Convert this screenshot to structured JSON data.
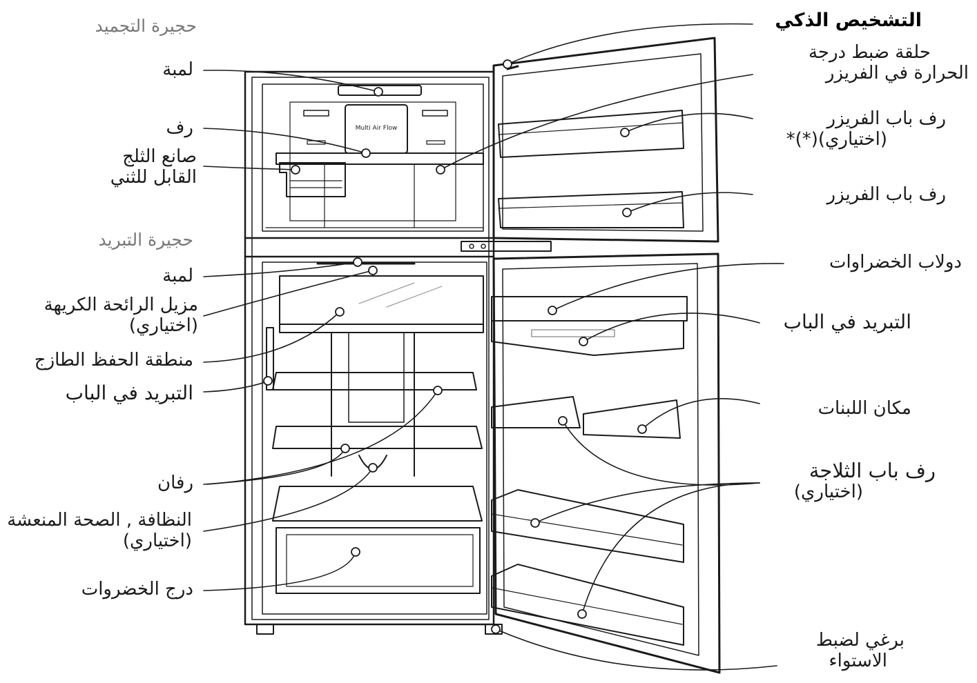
{
  "sections": {
    "freezer": "حجيرة التجميد",
    "fridge": "حجيرة التبريد"
  },
  "left_labels": {
    "freezer_lamp": "لمبة",
    "freezer_shelf": "رف",
    "ice_maker_line1": "صانع الثلج",
    "ice_maker_line2": "القابل للثني",
    "fridge_lamp": "لمبة",
    "deodorizer_line1": "مزيل الرائحة الكريهة",
    "deodorizer_line2": "(اختياري)",
    "fresh_zone": "منطقة الحفظ الطازج",
    "door_cooling": "التبريد في الباب",
    "shelves": "رفان",
    "hygiene_line1": "النظافة , الصحة المنعشة",
    "hygiene_line2": "(اختياري)",
    "vegetable_drawer": "درج الخضروات"
  },
  "right_labels": {
    "smart_diagnosis": "التشخيص الذكي",
    "freezer_temp_line1": "حلقة ضبط درجة",
    "freezer_temp_line2": "الحرارة في الفريزر",
    "freezer_door_shelf_opt_line1": "رف باب الفريزر",
    "freezer_door_shelf_opt_line2": "(اختياري)(*)*",
    "freezer_door_shelf": "رف باب الفريزر",
    "vegetable_cabinet": "دولاب الخضراوات",
    "door_cooling": "التبريد في الباب",
    "dairy_corner": "مكان اللبنات",
    "fridge_door_shelf_line1": "رف باب الثلاجة",
    "fridge_door_shelf_line2": "(اختياري)",
    "leveling_screw_line1": "برغي لضبط",
    "leveling_screw_line2": "الاستواء"
  },
  "panel_text": {
    "multi_air_flow": "Multi Air Flow"
  }
}
